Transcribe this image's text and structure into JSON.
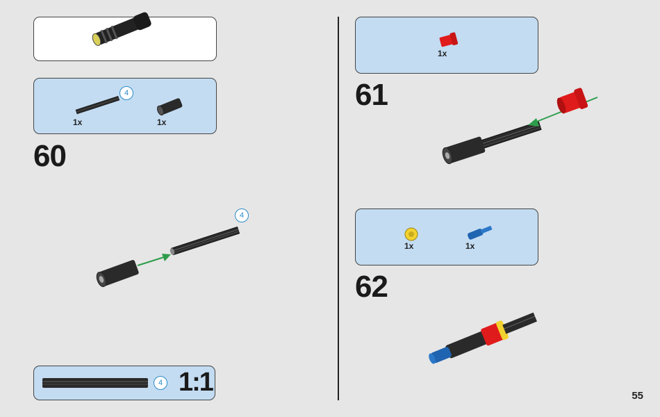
{
  "page_number": "55",
  "colors": {
    "callout_blue": "#c3dcf2",
    "arrow_green": "#2e9d4b",
    "part_red": "#e01b1b",
    "part_yellow": "#f2d22e",
    "part_blue": "#1f64b0",
    "part_black": "#2a2a2a"
  },
  "top_subassembly": {
    "icon": "lightsaber-hilt-icon"
  },
  "step60": {
    "number": "60",
    "parts": [
      {
        "icon": "axle-icon",
        "qty": "1x",
        "badge": "4"
      },
      {
        "icon": "bush-icon",
        "qty": "1x"
      }
    ],
    "assembly_badge": "4"
  },
  "scale_box": {
    "badge": "4",
    "scale": "1:1"
  },
  "step61": {
    "number": "61",
    "parts": [
      {
        "icon": "red-connector-icon",
        "qty": "1x"
      }
    ]
  },
  "step62": {
    "number": "62",
    "parts": [
      {
        "icon": "yellow-bush-icon",
        "qty": "1x"
      },
      {
        "icon": "blue-pin-icon",
        "qty": "1x"
      }
    ]
  }
}
